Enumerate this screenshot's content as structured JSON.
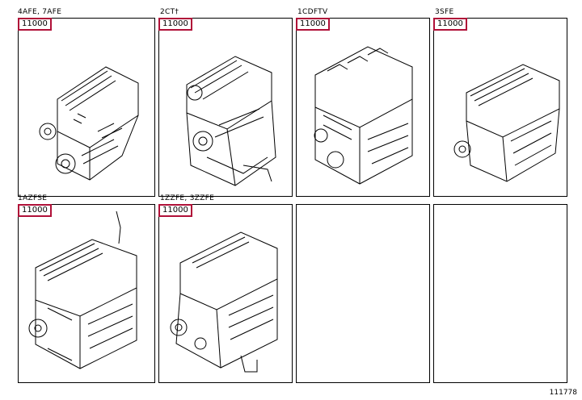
{
  "cells": [
    {
      "label": "4AFE, 7AFE",
      "part": "11000",
      "icon": "engine-assembly-icon"
    },
    {
      "label": "2CT†",
      "part": "11000",
      "icon": "engine-assembly-icon"
    },
    {
      "label": "1CDFTV",
      "part": "11000",
      "icon": "engine-assembly-icon"
    },
    {
      "label": "3SFE",
      "part": "11000",
      "icon": "engine-assembly-icon"
    },
    {
      "label": "1AZFSE",
      "part": "11000",
      "icon": "engine-assembly-icon"
    },
    {
      "label": "1ZZFE, 3ZZFE",
      "part": "11000",
      "icon": "engine-assembly-icon"
    },
    {
      "label": "",
      "part": "",
      "icon": ""
    },
    {
      "label": "",
      "part": "",
      "icon": ""
    }
  ],
  "diagram_ref": "111778",
  "colors": {
    "highlight_border": "#b01038",
    "line": "#000000"
  }
}
